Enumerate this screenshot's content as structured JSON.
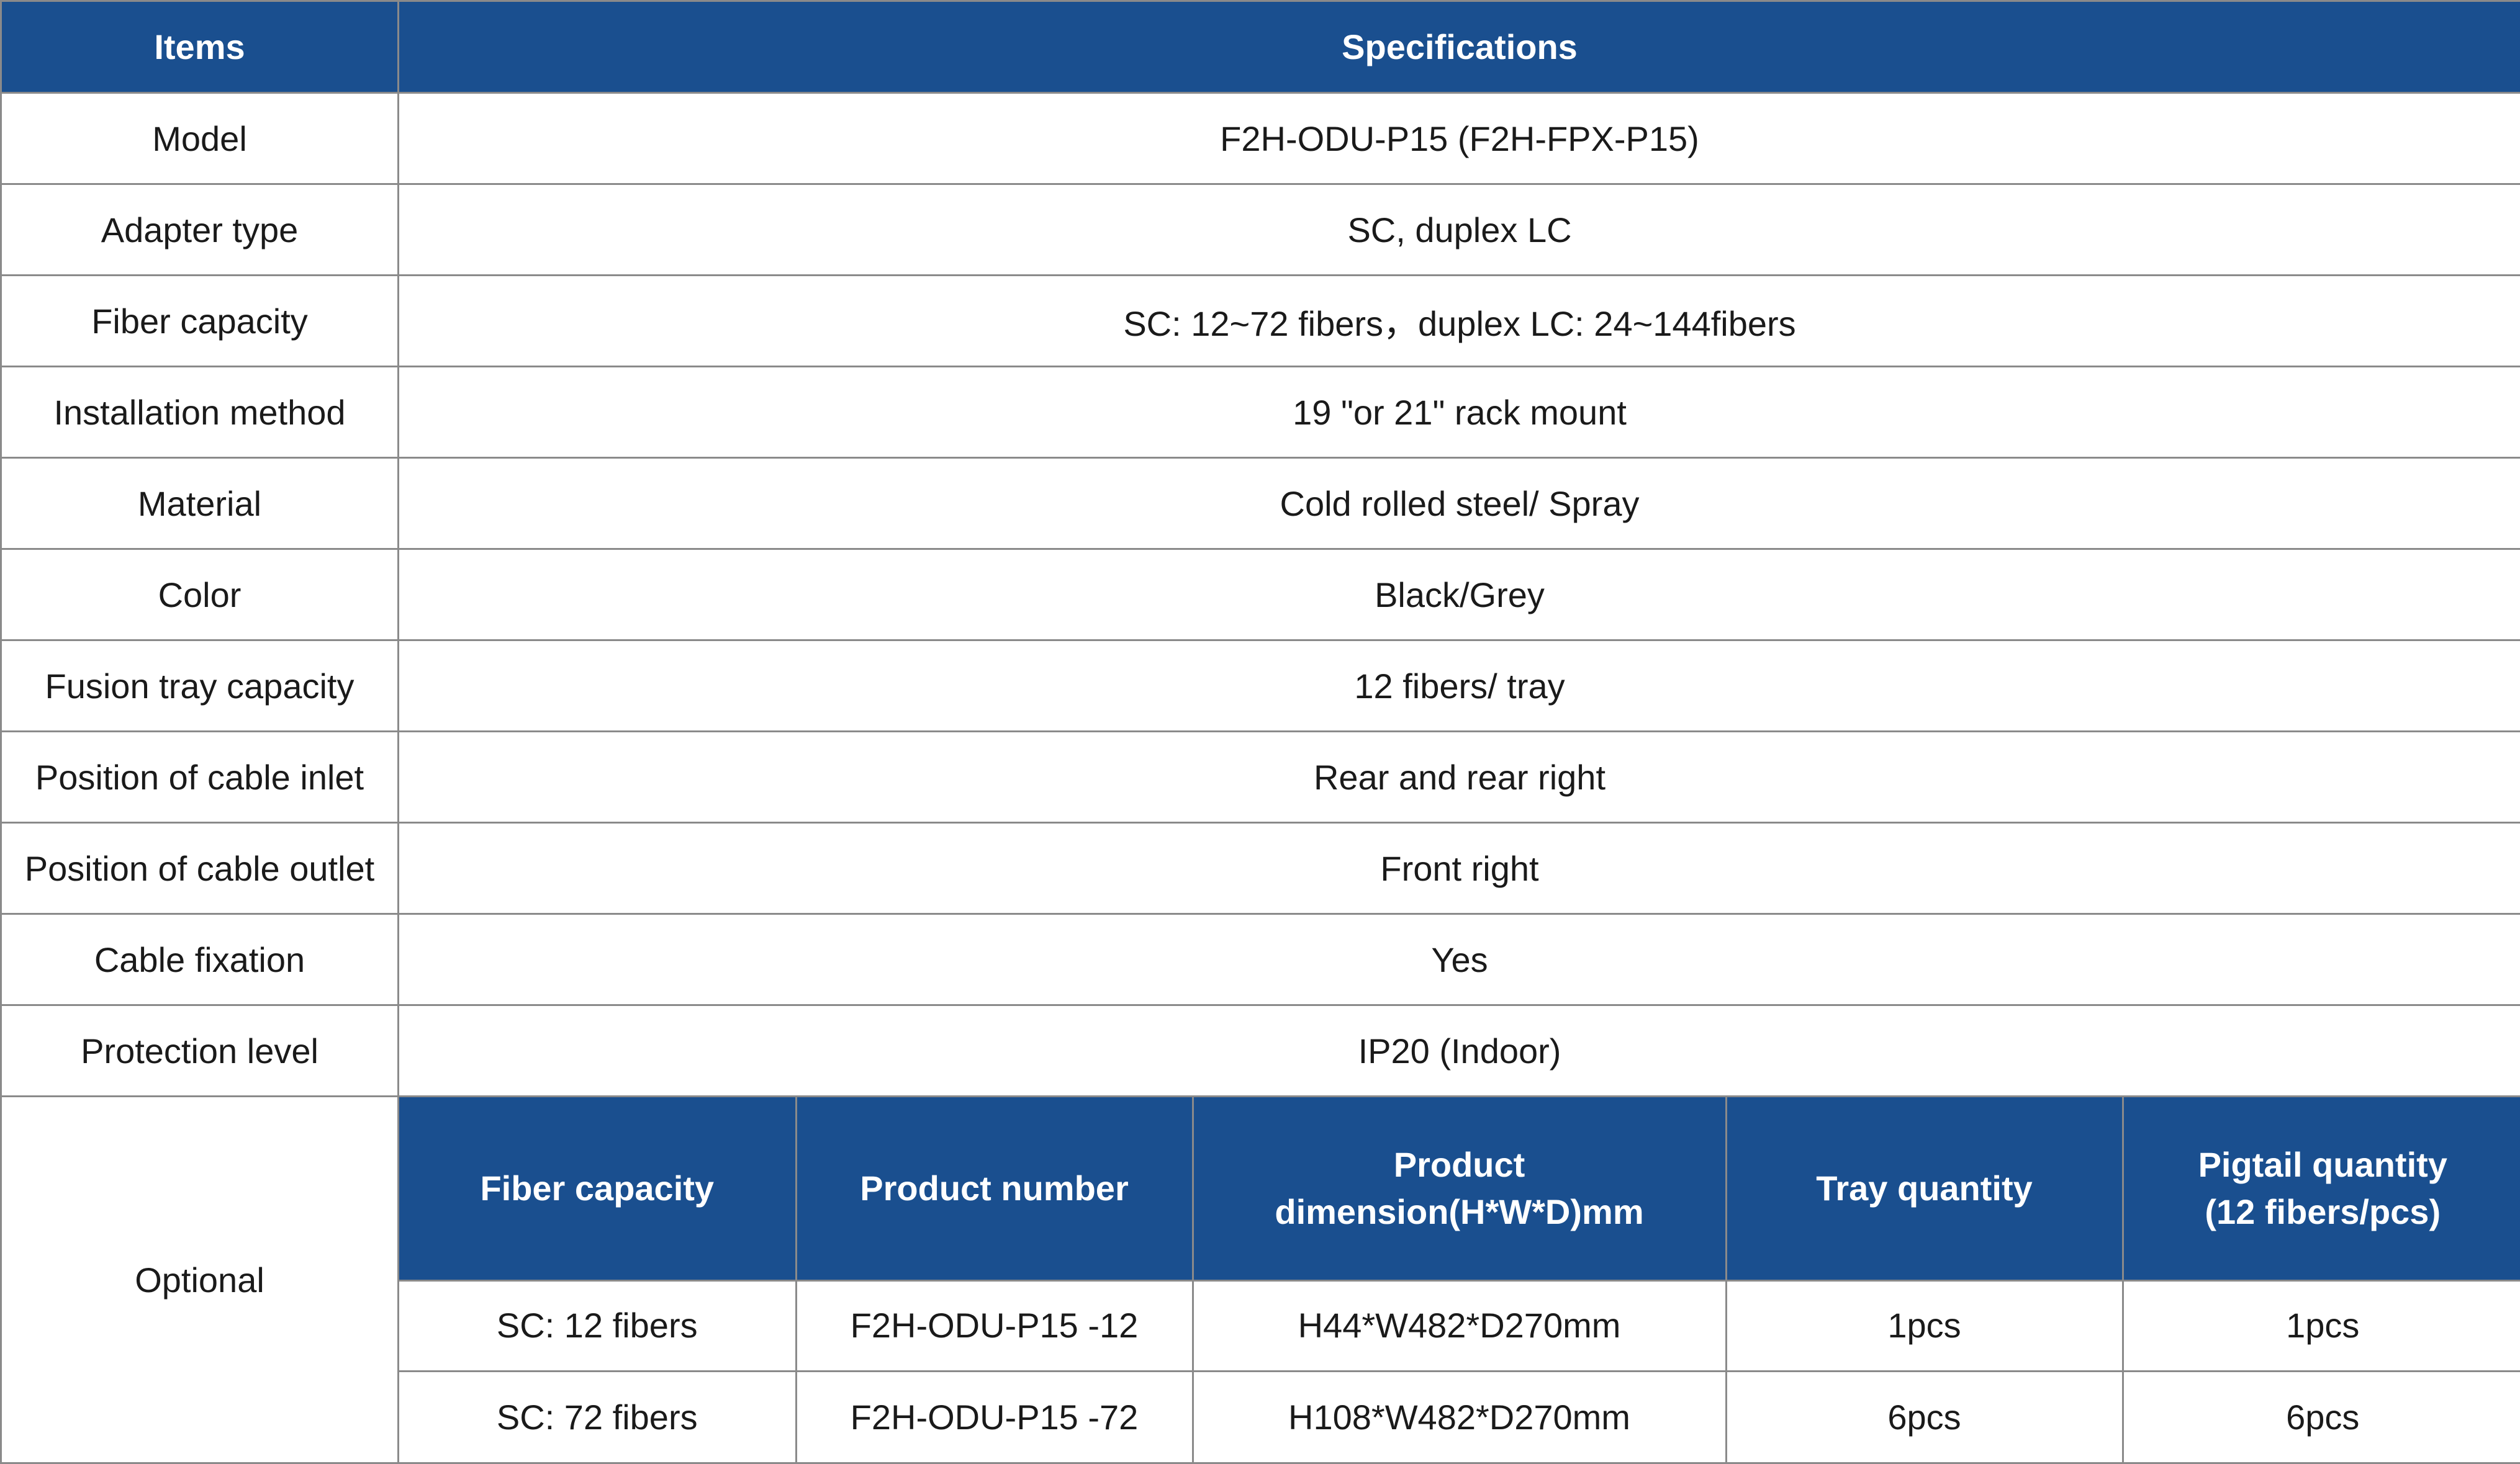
{
  "header": {
    "items_label": "Items",
    "specifications_label": "Specifications"
  },
  "rows": [
    {
      "item": "Model",
      "spec": "F2H-ODU-P15  (F2H-FPX-P15)"
    },
    {
      "item": "Adapter type",
      "spec": "SC, duplex LC"
    },
    {
      "item": "Fiber capacity",
      "spec": "SC: 12~72 fibers，duplex LC: 24~144fibers"
    },
    {
      "item": "Installation method",
      "spec": "19 \"or 21\" rack mount"
    },
    {
      "item": "Material",
      "spec": "Cold rolled steel/ Spray"
    },
    {
      "item": "Color",
      "spec": "Black/Grey"
    },
    {
      "item": "Fusion tray capacity",
      "spec": "12 fibers/ tray"
    },
    {
      "item": "Position of cable inlet",
      "spec": "Rear and rear right"
    },
    {
      "item": "Position of cable outlet",
      "spec": "Front right"
    },
    {
      "item": "Cable fixation",
      "spec": "Yes"
    },
    {
      "item": "Protection level",
      "spec": "IP20 (Indoor)"
    }
  ],
  "optional": {
    "label": "Optional",
    "columns": {
      "fiber_capacity": "Fiber capacity",
      "product_number": "Product number",
      "dimension_line1": "Product",
      "dimension_line2": "dimension(H*W*D)mm",
      "tray_quantity": "Tray quantity",
      "pigtail_line1": "Pigtail quantity",
      "pigtail_line2": "(12 fibers/pcs)"
    },
    "rows": [
      {
        "fiber_capacity": "SC: 12 fibers",
        "product_number": "F2H-ODU-P15 -12",
        "dimension": "H44*W482*D270mm",
        "tray_quantity": "1pcs",
        "pigtail_quantity": "1pcs"
      },
      {
        "fiber_capacity": "SC: 72 fibers",
        "product_number": "F2H-ODU-P15 -72",
        "dimension": "H108*W482*D270mm",
        "tray_quantity": "6pcs",
        "pigtail_quantity": "6pcs"
      }
    ]
  },
  "colors": {
    "header_bg": "#1a4f8f",
    "header_text": "#ffffff",
    "border": "#8a8a8a"
  }
}
